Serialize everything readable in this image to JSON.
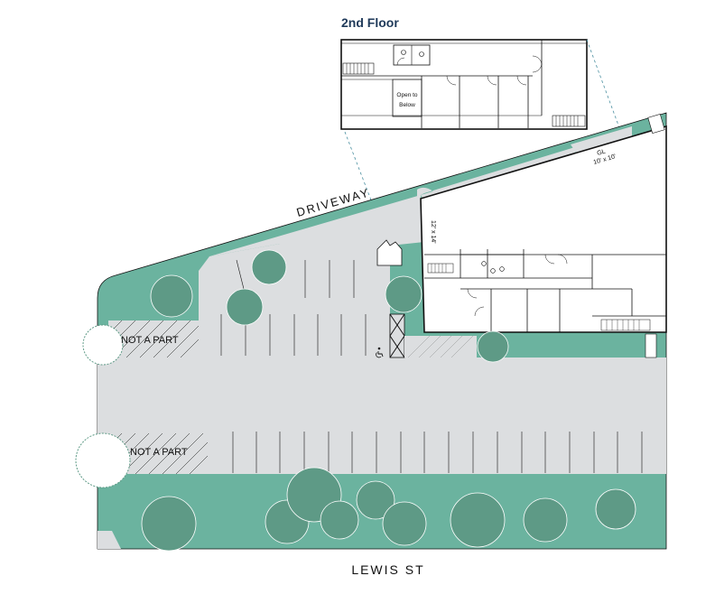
{
  "floor_title": "2nd Floor",
  "open_to_below": [
    "Open to",
    "Below"
  ],
  "driveway_label": "DRIVEWAY",
  "street_label": "LEWIS ST",
  "not_a_part_labels": [
    "NOT A PART",
    "NOT A PART"
  ],
  "gl_label": "GL",
  "gl_size": "10' x 10'",
  "gl_side_size": "12' x 14'",
  "colors": {
    "landscape": "#6bb39f",
    "pavement": "#dcdee0",
    "building": "#ffffff",
    "line": "#111111",
    "title": "#1f3a5a"
  },
  "icons": [
    "accessible-parking-icon",
    "tree-icon",
    "restroom-fixture-icon",
    "stair-icon"
  ]
}
